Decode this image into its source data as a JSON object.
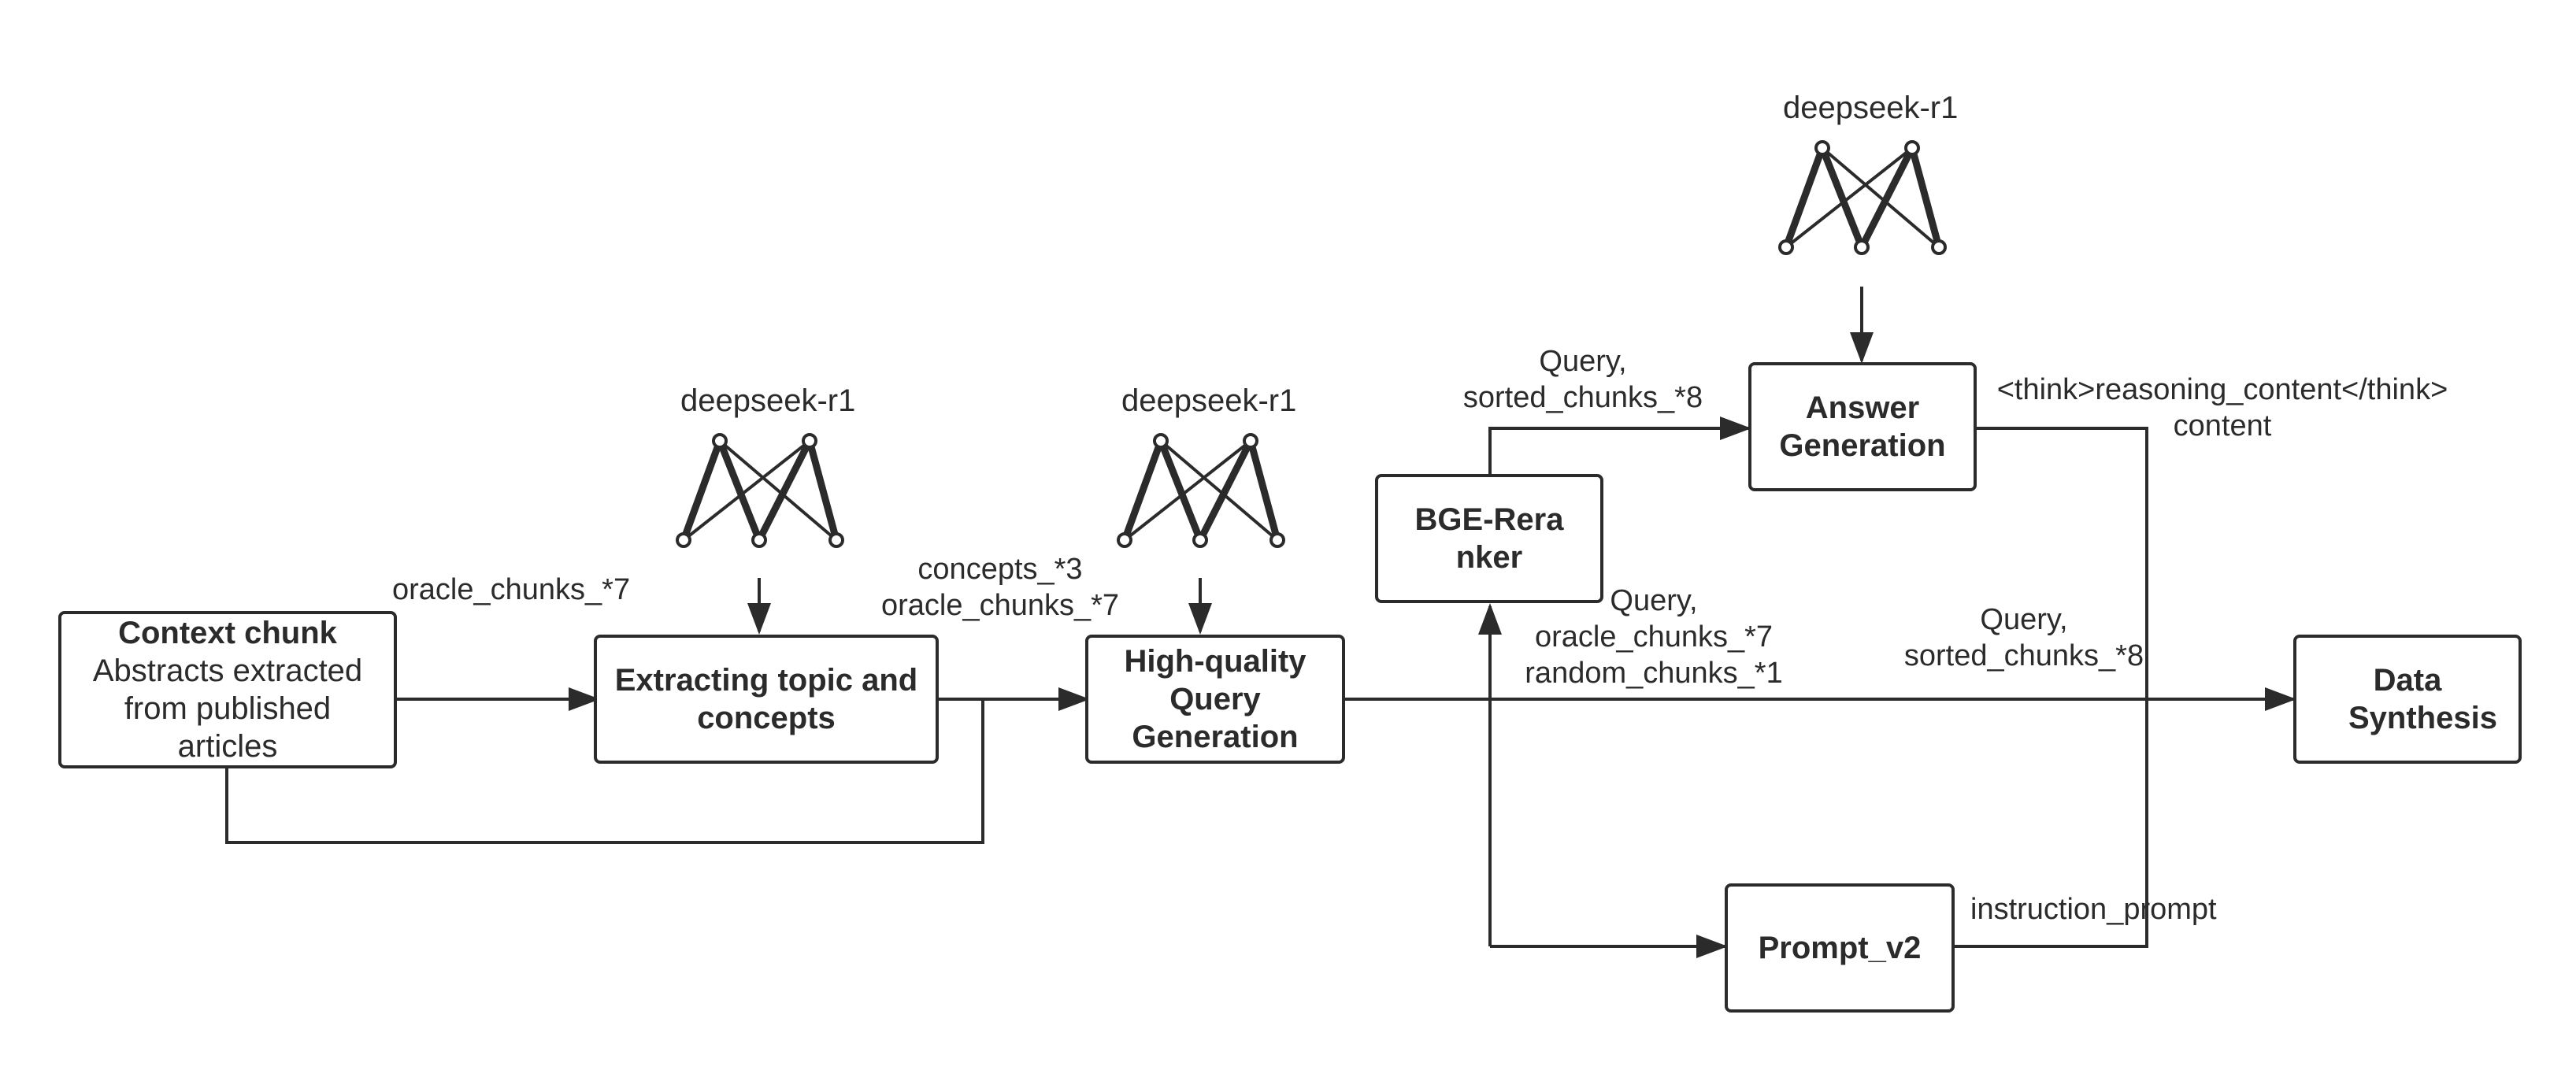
{
  "boxes": {
    "context": {
      "title": "Context chunk",
      "subtitle": "Abstracts extracted from published articles"
    },
    "extract": {
      "title": "Extracting topic and concepts"
    },
    "query": {
      "title": "High-quality Query Generation"
    },
    "reranker": {
      "title": "BGE-Reranker"
    },
    "answer": {
      "title": "Answer Generation"
    },
    "prompt": {
      "title": "Prompt_v2"
    },
    "synth": {
      "title": "Data Synthesis"
    }
  },
  "models": {
    "extract": "deepseek-r1",
    "query": "deepseek-r1",
    "answer": "deepseek-r1"
  },
  "edges": {
    "oracle_chunks": "oracle_chunks_*7",
    "concepts_line1": "concepts_*3",
    "concepts_line2": "oracle_chunks_*7",
    "rerank_in_line1": "Query,",
    "rerank_in_line2": "oracle_chunks_*7",
    "rerank_in_line3": "random_chunks_*1",
    "to_answer_line1": "Query,",
    "to_answer_line2": "sorted_chunks_*8",
    "answer_out_line1": "<think>reasoning_content</think>",
    "answer_out_line2": "content",
    "to_synth_line1": "Query,",
    "to_synth_line2": "sorted_chunks_*8",
    "instruction": "instruction_prompt"
  },
  "colors": {
    "stroke": "#2b2b2b",
    "background": "#ffffff"
  }
}
